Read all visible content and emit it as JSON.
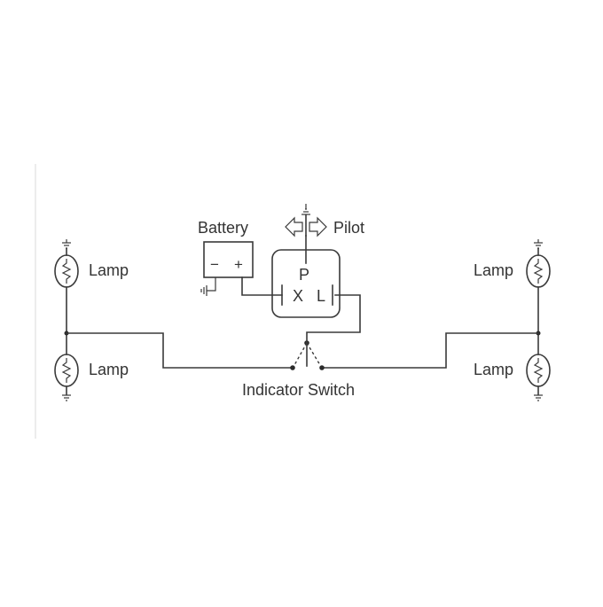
{
  "labels": {
    "battery": "Battery",
    "battery_minus": "−",
    "battery_plus": "+",
    "pilot": "Pilot",
    "flasher_p": "P",
    "flasher_x": "X",
    "flasher_l": "L",
    "lamp_left_top": "Lamp",
    "lamp_left_bottom": "Lamp",
    "lamp_right_top": "Lamp",
    "lamp_right_bottom": "Lamp",
    "indicator_switch": "Indicator Switch"
  }
}
